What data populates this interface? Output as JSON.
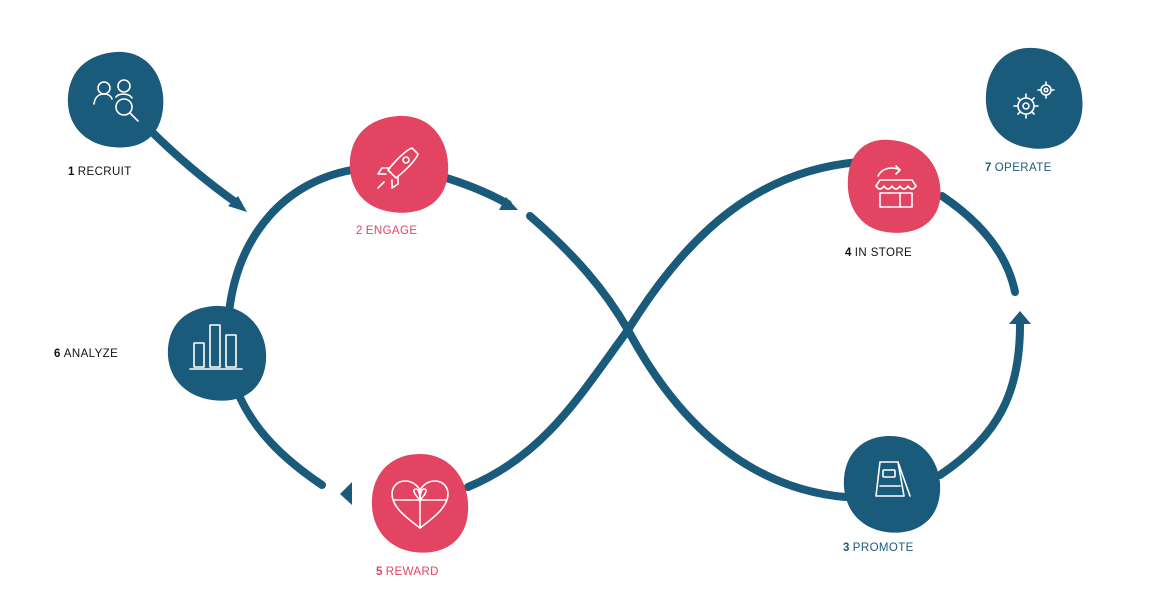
{
  "colors": {
    "navy": "#1a5a7b",
    "pink": "#e24461",
    "label_dark": "#111111",
    "label_navy": "#1c5b7c",
    "label_pink": "#e14563",
    "icon_stroke": "#ffffff"
  },
  "steps": [
    {
      "number": "1",
      "label": "RECRUIT",
      "icon": "people-search-icon",
      "blob_color": "navy"
    },
    {
      "number": "2",
      "label": "ENGAGE",
      "icon": "rocket-icon",
      "blob_color": "pink"
    },
    {
      "number": "3",
      "label": "PROMOTE",
      "icon": "sandwich-board-sign-icon",
      "blob_color": "navy"
    },
    {
      "number": "4",
      "label": "IN STORE",
      "icon": "storefront-icon",
      "blob_color": "pink"
    },
    {
      "number": "5",
      "label": "REWARD",
      "icon": "gift-heart-icon",
      "blob_color": "pink"
    },
    {
      "number": "6",
      "label": "ANALYZE",
      "icon": "bar-chart-icon",
      "blob_color": "navy"
    },
    {
      "number": "7",
      "label": "OPERATE",
      "icon": "gears-icon",
      "blob_color": "navy"
    }
  ]
}
